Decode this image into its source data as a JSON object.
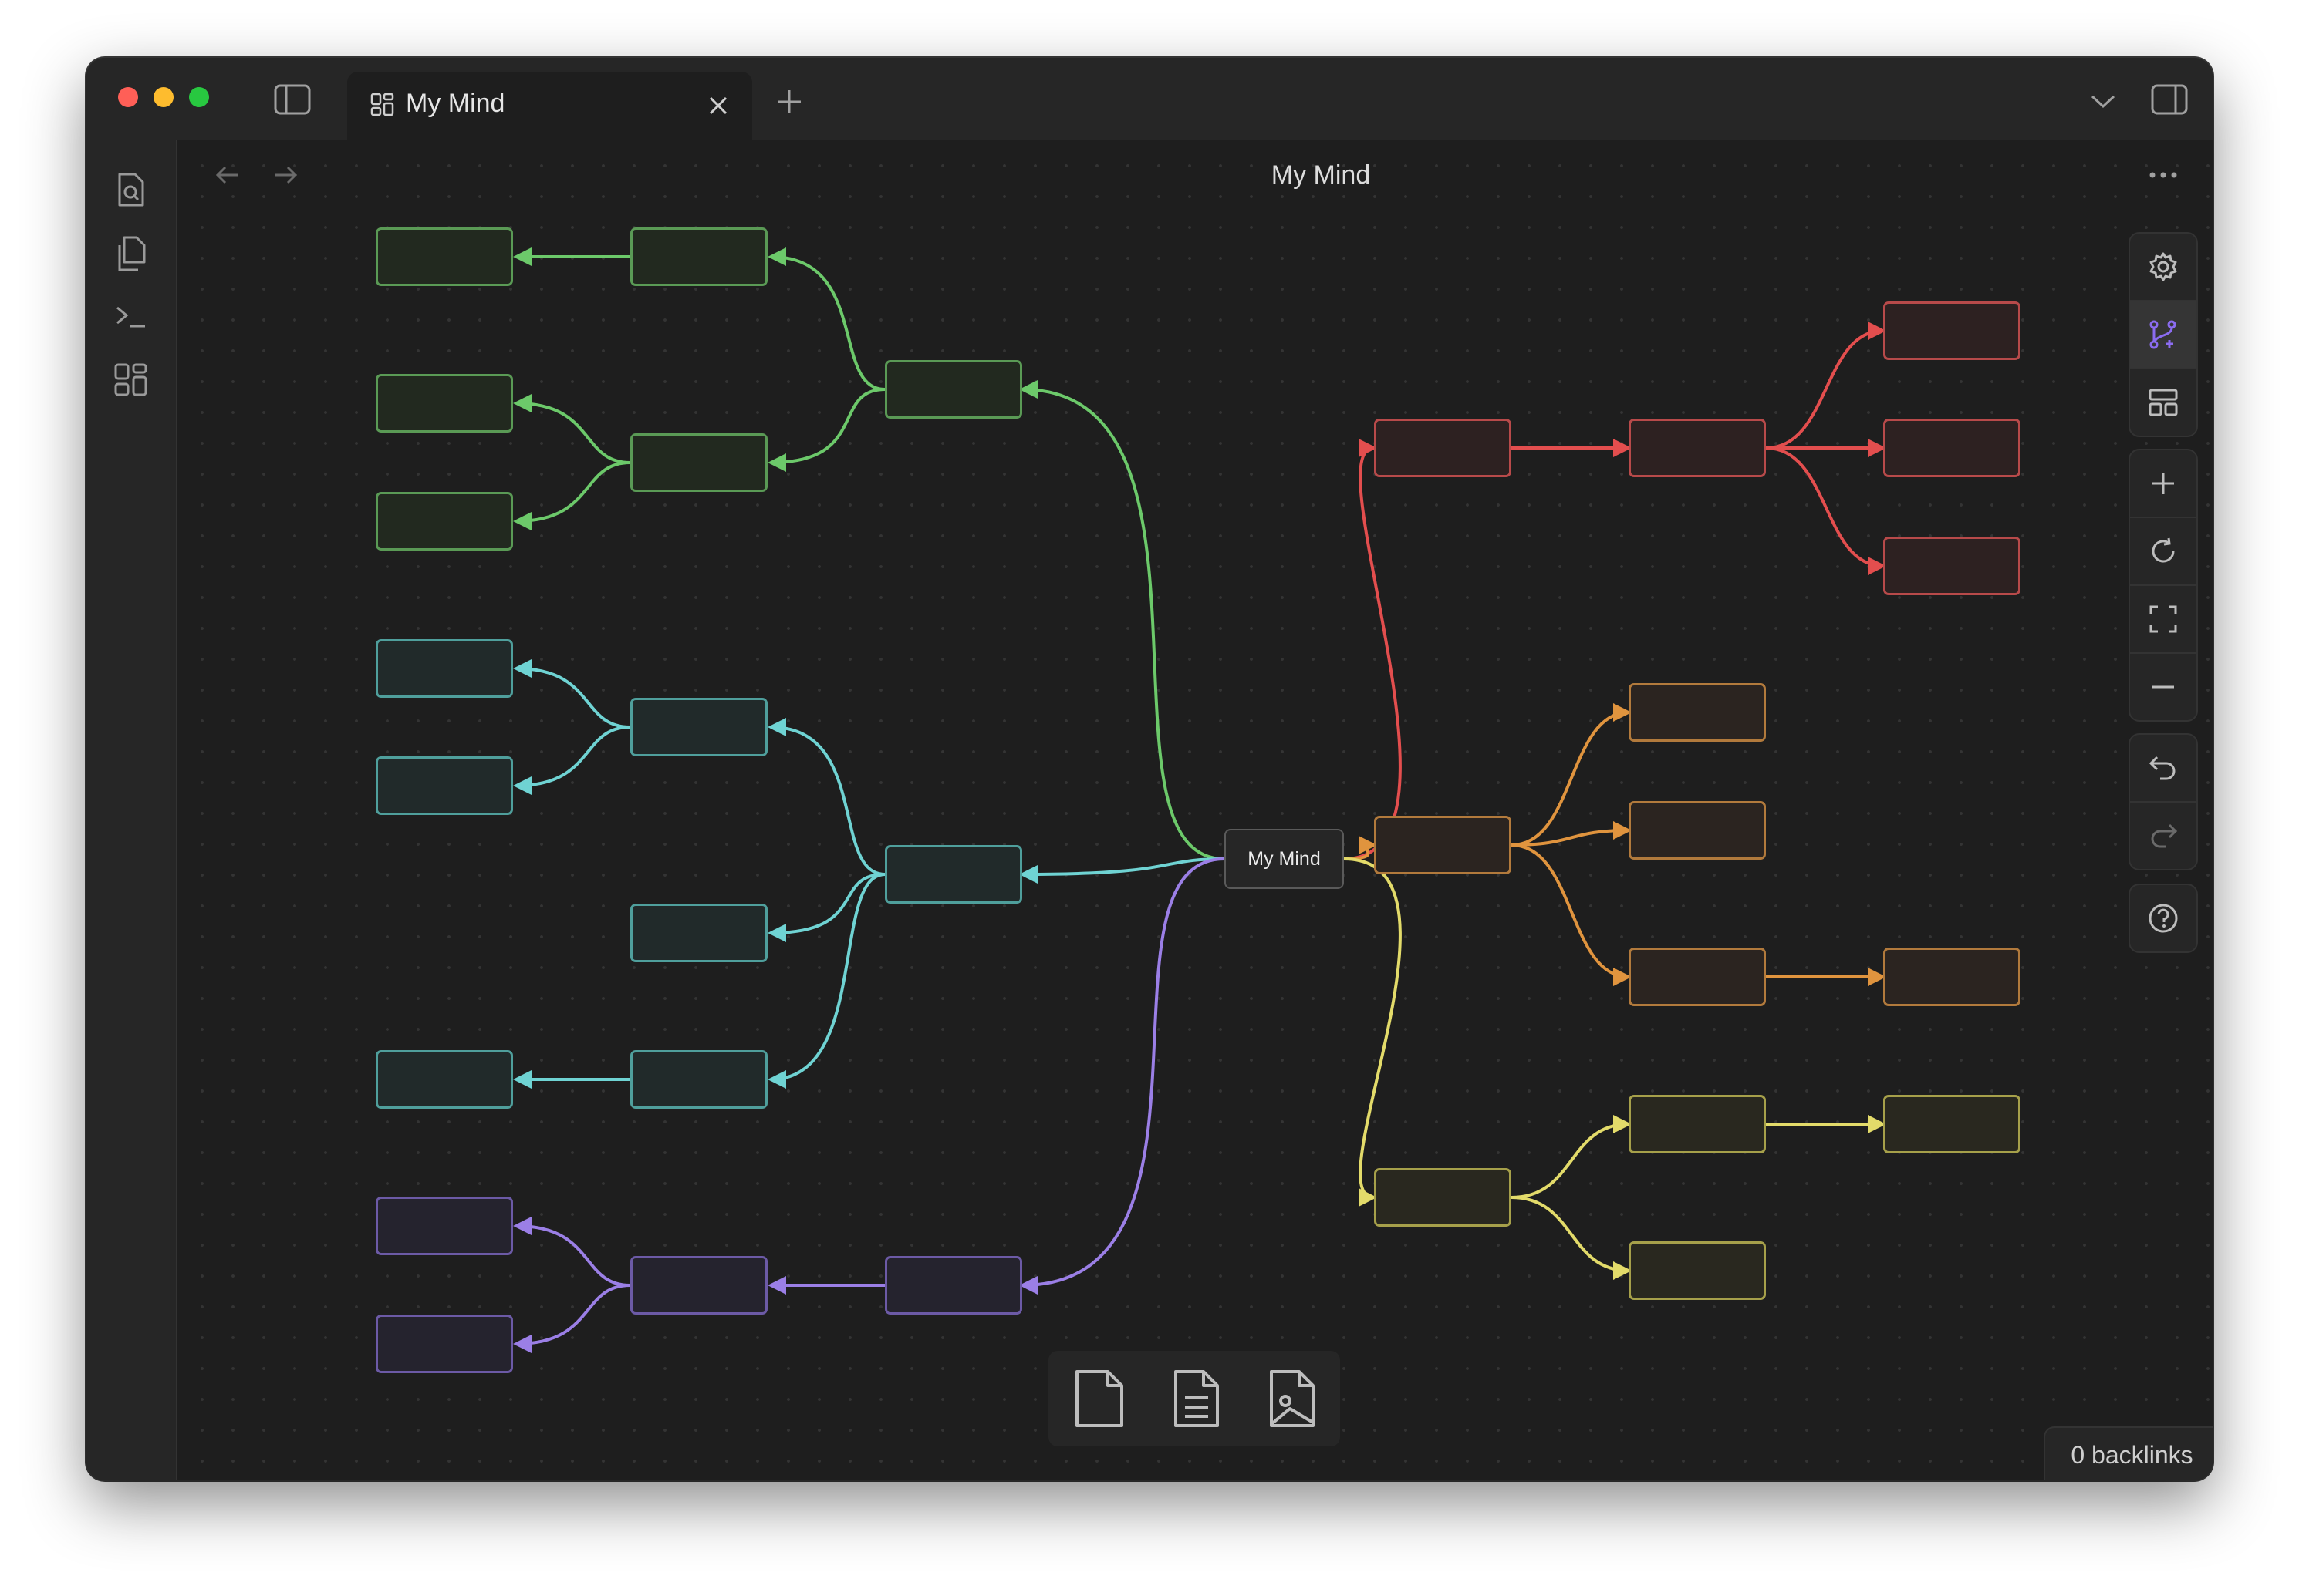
{
  "tab": {
    "title": "My Mind",
    "icon": "canvas-icon"
  },
  "view": {
    "title": "My Mind"
  },
  "canvas": {
    "root_label": "My Mind",
    "branch_colors": {
      "green": "#6cc96a",
      "cyan": "#6fd3d3",
      "purple": "#9b7fe6",
      "red": "#e34e4e",
      "orange": "#e0943e",
      "yellow": "#e3db6a"
    }
  },
  "ribbon": {
    "icons": [
      "search-file-icon",
      "files-icon",
      "terminal-icon",
      "grid-icon"
    ]
  },
  "controls": {
    "icons": [
      "gear-icon",
      "branch-add-icon",
      "layout-icon",
      "zoom-in-icon",
      "reset-icon",
      "fit-icon",
      "zoom-out-icon",
      "undo-icon",
      "redo-icon",
      "help-icon"
    ]
  },
  "bottom_bar": {
    "icons": [
      "blank-card-icon",
      "note-card-icon",
      "media-card-icon"
    ]
  },
  "status": {
    "backlinks": "0 backlinks"
  }
}
